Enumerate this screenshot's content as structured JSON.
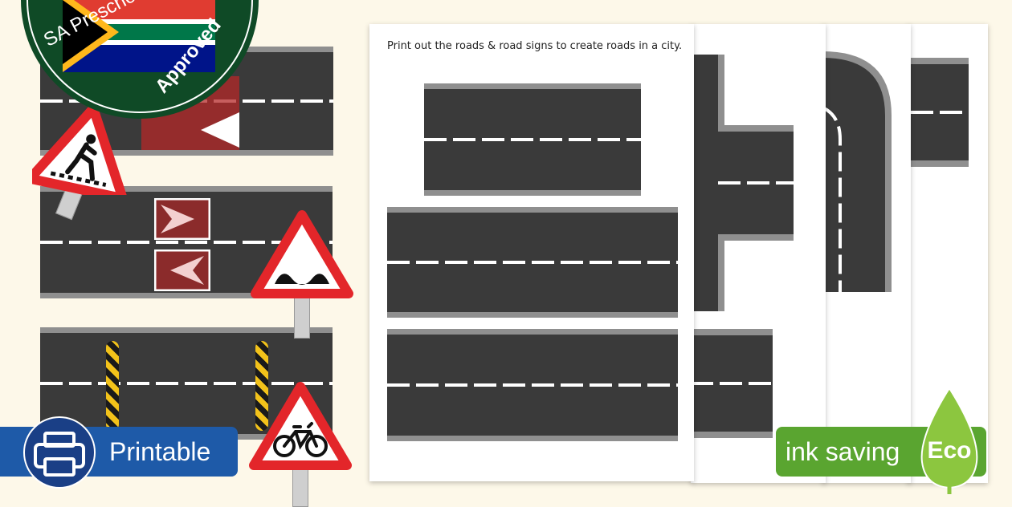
{
  "badge": {
    "text_left": "SA Preschool",
    "text_right": "Approved"
  },
  "sheet_instruction": "Print out the roads & road signs to create roads in a city.",
  "printable_label": "Printable",
  "ink_saving": {
    "label": "ink saving",
    "eco": "Eco"
  },
  "colors": {
    "road": "#3a3a3a",
    "kerb": "#8f8f8f",
    "sign_red": "#e3262a",
    "printable_blue": "#1e5aa8",
    "eco_green": "#5aa530"
  },
  "icons": [
    "pedestrian-crossing-sign-icon",
    "chevron-arrow-sign-icon",
    "speed-bump-sign-icon",
    "bicycle-sign-icon",
    "printer-icon",
    "leaf-icon",
    "south-africa-flag-icon"
  ]
}
